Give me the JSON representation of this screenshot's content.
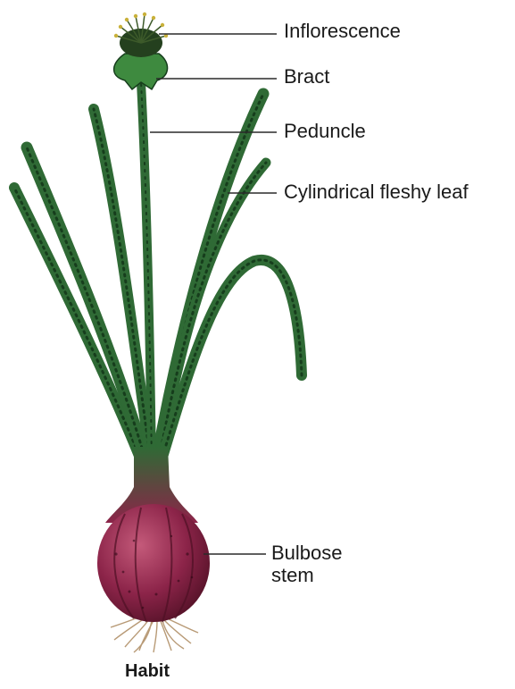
{
  "labels": {
    "inflorescence": "Inflorescence",
    "bract": "Bract",
    "peduncle": "Peduncle",
    "leaf": "Cylindrical fleshy leaf",
    "bulb_line1": "Bulbose",
    "bulb_line2": "stem"
  },
  "caption": "Habit",
  "colors": {
    "leaf": "#2f6a35",
    "leaf_dark": "#163d1c",
    "bulb": "#8c2449",
    "bulb_dark": "#4e1024",
    "roots": "#b89a76",
    "flower": "#3d5a2a",
    "flower_tip": "#c9b13a",
    "line": "#2a2a2a"
  }
}
